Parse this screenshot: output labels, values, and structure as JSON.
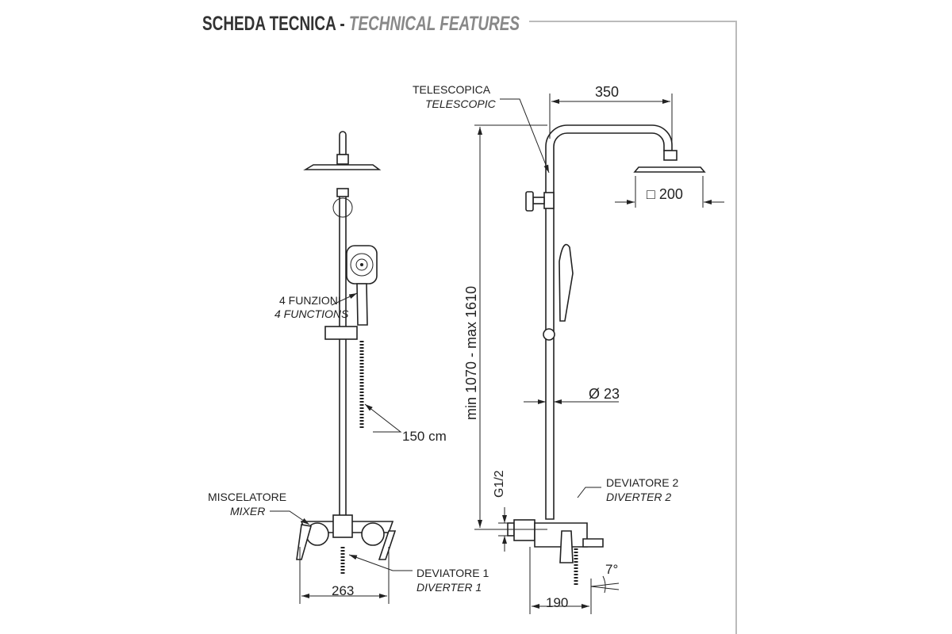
{
  "title": {
    "it": "SCHEDA TECNICA",
    "sep": "-",
    "en": "TECHNICAL FEATURES"
  },
  "left_view": {
    "functions_it": "4 FUNZIONI",
    "functions_en": "4 FUNCTIONS",
    "hose": "150 cm",
    "mixer_it": "MISCELATORE",
    "mixer_en": "MIXER",
    "width": "263",
    "diverter_it": "DEVIATORE 1",
    "diverter_en": "DIVERTER 1"
  },
  "right_view": {
    "telescopic_it": "TELESCOPICA",
    "telescopic_en": "TELESCOPIC",
    "arm": "350",
    "head": "□ 200",
    "height": "min 1070 - max 1610",
    "diameter": "Ø 23",
    "thread": "G1/2",
    "diverter_it": "DEVIATORE  2",
    "diverter_en": "DIVERTER 2",
    "angle": "7°",
    "depth": "190"
  }
}
